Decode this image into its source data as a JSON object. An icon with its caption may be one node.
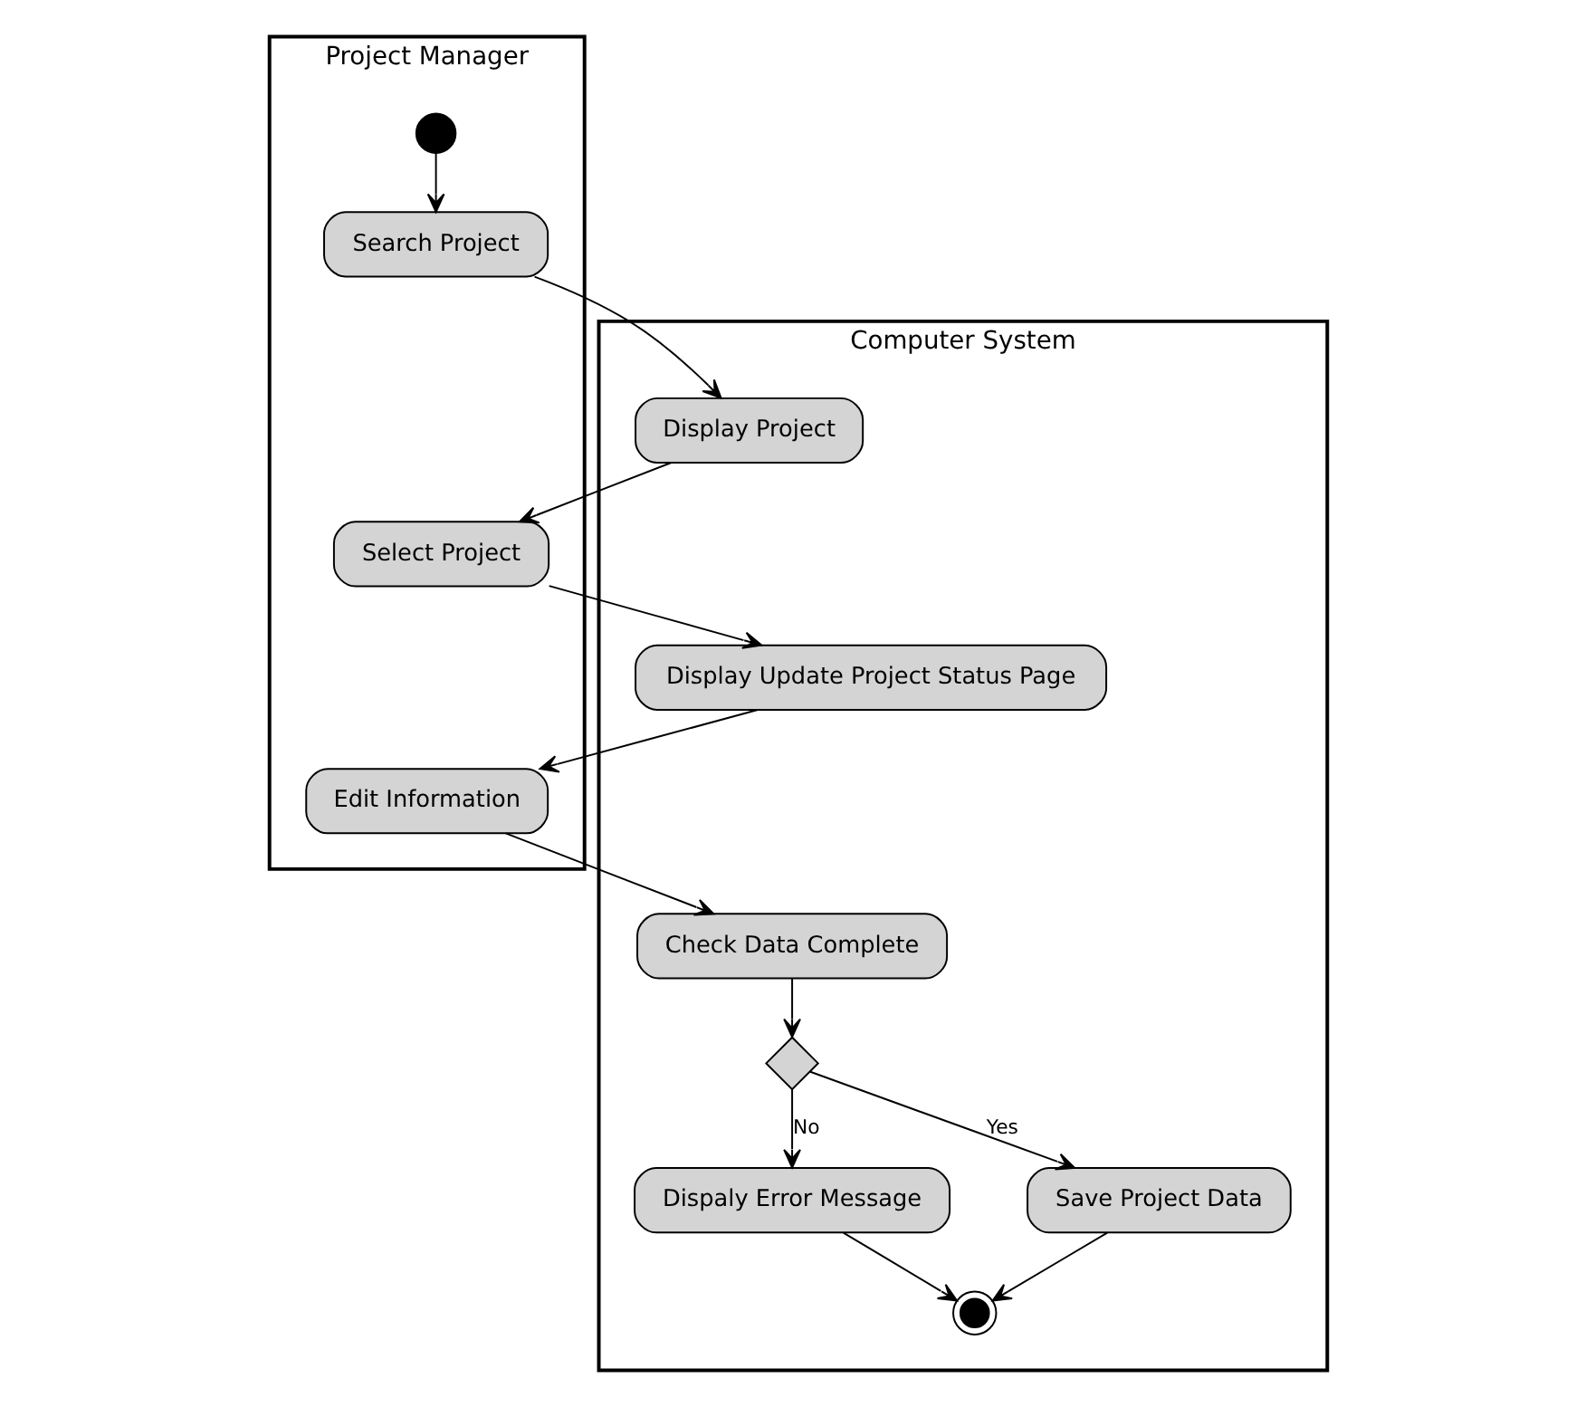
{
  "diagram": {
    "nodes": [
      {
        "text": [
          "Project Manager"
        ]
      },
      {
        "text": [
          "Computer System"
        ]
      },
      {
        "text": [],
        "shape": "circle",
        "in": 0
      },
      {
        "text": [
          "Search Project"
        ],
        "in": 0
      },
      {
        "text": [
          "Display Project"
        ],
        "in": 1
      },
      {
        "text": [
          "Select Project"
        ],
        "in": 0
      },
      {
        "text": [
          "Display Update Project Status Page"
        ],
        "in": 1
      },
      {
        "text": [
          "Edit Information"
        ],
        "in": 0
      },
      {
        "text": [
          "Check Data Complete"
        ],
        "in": 1
      },
      {
        "text": [],
        "shape": "diamond",
        "in": 1
      },
      {
        "text": [
          "Dispaly Error Message"
        ],
        "in": 1
      },
      {
        "text": [
          "Save Project Data"
        ],
        "in": 1
      },
      {
        "text": [],
        "shape": "bullseye",
        "in": 1
      }
    ],
    "edges": [
      {
        "from": 2,
        "to": 3,
        "arrow": "to"
      },
      {
        "from": 3,
        "to": 4,
        "arrow": "to"
      },
      {
        "from": 4,
        "to": 5,
        "arrow": "to"
      },
      {
        "from": 5,
        "to": 6,
        "arrow": "to"
      },
      {
        "from": 6,
        "to": 7,
        "arrow": "to"
      },
      {
        "from": 7,
        "to": 8,
        "arrow": "to"
      },
      {
        "from": 8,
        "to": 9,
        "arrow": "to"
      },
      {
        "from": 9,
        "to": 10,
        "arrow": "to",
        "label": "No"
      },
      {
        "from": 9,
        "to": 11,
        "arrow": "to",
        "label": "Yes"
      },
      {
        "from": 10,
        "to": 12,
        "arrow": "to"
      },
      {
        "from": 11,
        "to": 12,
        "arrow": "to"
      }
    ]
  }
}
